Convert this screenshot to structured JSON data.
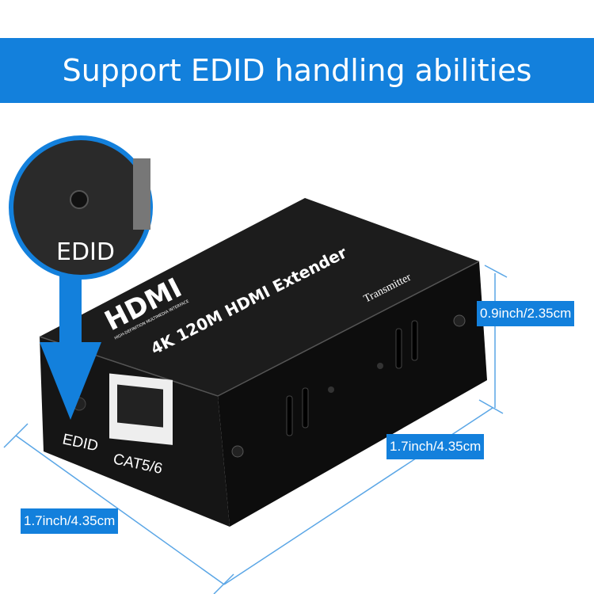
{
  "banner": {
    "title": "Support EDID handling abilities"
  },
  "zoom_callout": {
    "label": "EDID"
  },
  "device": {
    "brand": "HDMI",
    "brand_sub": "HIGH-DEFINITION MULTIMEDIA INTERFACE",
    "model": "4K 120M HDMI Extender",
    "role": "Transmitter",
    "port_edid": "EDID",
    "port_cat": "CAT5/6"
  },
  "dimensions": {
    "height": "0.9inch/2.35cm",
    "length": "1.7inch/4.35cm",
    "width": "1.7inch/4.35cm"
  },
  "colors": {
    "accent": "#1380dc",
    "device": "#111111",
    "dimension_line": "#5aa6e6"
  }
}
